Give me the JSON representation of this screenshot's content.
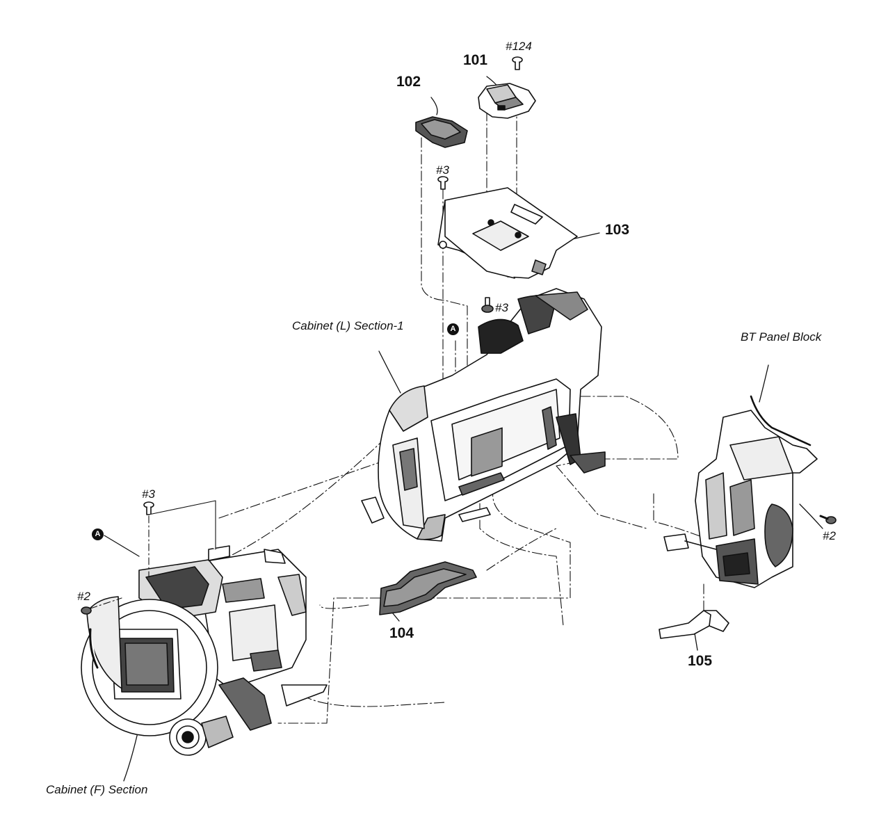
{
  "parts": {
    "p101": "101",
    "p102": "102",
    "p103": "103",
    "p104": "104",
    "p105": "105"
  },
  "screws": {
    "s124": "#124",
    "s3_top": "#3",
    "s3_mid": "#3",
    "s3_left": "#3",
    "s2_left": "#2",
    "s2_right": "#2"
  },
  "sections": {
    "cabinet_l": "Cabinet (L) Section-1",
    "bt_panel": "BT Panel Block",
    "cabinet_f": "Cabinet (F) Section"
  },
  "markers": {
    "a_top": "A",
    "a_left": "A"
  },
  "colors": {
    "ink": "#111111",
    "background": "#ffffff"
  }
}
